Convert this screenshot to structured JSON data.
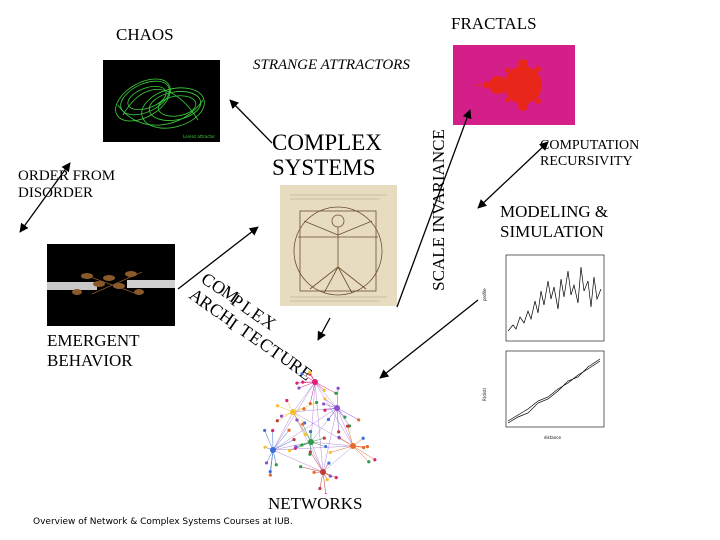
{
  "labels": {
    "chaos": "CHAOS",
    "fractals": "FRACTALS",
    "strange_attractors": "STRANGE ATTRACTORS",
    "complex_line1": "COMPLEX",
    "complex_line2": "SYSTEMS",
    "order_line1": "ORDER FROM",
    "order_line2": "DISORDER",
    "computation_line1": "COMPUTATION",
    "computation_line2": "RECURSIVITY",
    "modeling_line1": "MODELING &",
    "modeling_line2": "SIMULATION",
    "emergent_line1": "EMERGENT",
    "emergent_line2": "BEHAVIOR",
    "networks": "NETWORKS",
    "scale_invariance": "SCALE INVARIANCE",
    "complex_architecture": "COMPLEX ARCHITECTURE",
    "footer": "Overview of Network & Complex Systems Courses at IUB."
  },
  "colors": {
    "attractor_bg": "#000000",
    "attractor_line": "#3cd23c",
    "fractal_bg": "#d41f8a",
    "fractal_set": "#e8261a"
  }
}
